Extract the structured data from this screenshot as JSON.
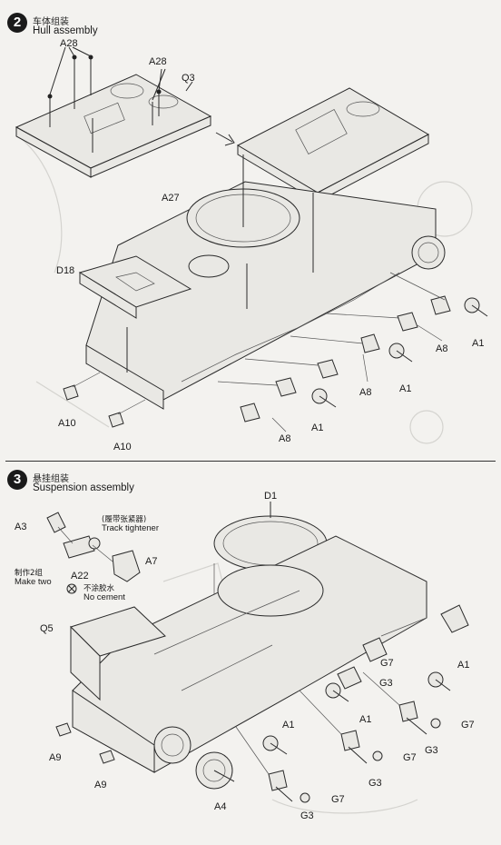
{
  "step2": {
    "number": "2",
    "title_cn": "车体组装",
    "title_en": "Hull assembly",
    "labels": {
      "a28_left": "A28",
      "a28_right": "A28",
      "q3": "Q3",
      "a27": "A27",
      "d18": "D18",
      "a10_left": "A10",
      "a10_right": "A10",
      "a8_1": "A8",
      "a8_2": "A8",
      "a8_3": "A8",
      "a1_1": "A1",
      "a1_2": "A1",
      "a1_3": "A1"
    }
  },
  "step3": {
    "number": "3",
    "title_cn": "悬挂组装",
    "title_en": "Suspension assembly",
    "labels": {
      "d1": "D1",
      "a3": "A3",
      "a22": "A22",
      "a7": "A7",
      "q5": "Q5",
      "a9_1": "A9",
      "a9_2": "A9",
      "a4": "A4",
      "a1_1": "A1",
      "a1_2": "A1",
      "a1_3": "A1",
      "g7_1": "G7",
      "g7_2": "G7",
      "g7_3": "G7",
      "g7_4": "G7",
      "g3_1": "G3",
      "g3_2": "G3",
      "g3_3": "G3",
      "g3_4": "G3"
    },
    "track_tightener_cn": "(履带张紧器)",
    "track_tightener_en": "Track tightener",
    "make_two_cn": "制作2组",
    "make_two_en": "Make two",
    "no_cement_cn": "不涂胶水",
    "no_cement_en": "No cement"
  }
}
